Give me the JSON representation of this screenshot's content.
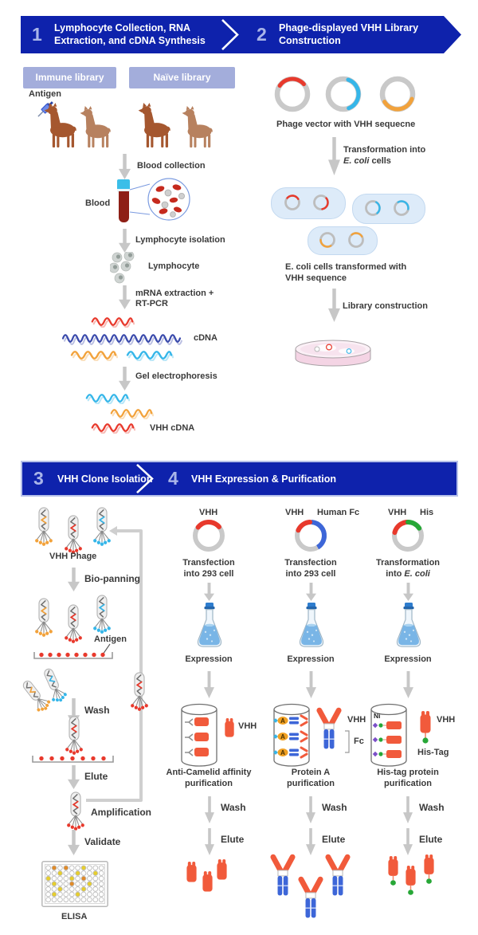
{
  "colors": {
    "header_blue": "#0E22AC",
    "periwinkle_btn": "#A3ADDB",
    "arrow_gray": "#C7C7C7",
    "rna_red": "#E8392C",
    "rna_indigo": "#3949AB",
    "rna_orange": "#F2A23B",
    "rna_cyan": "#35B6E9",
    "vhh_red": "#F15A3B",
    "fc_blue": "#3D66D8",
    "his_green": "#27A737",
    "protein_a_orange": "#F0A023",
    "ni_purple": "#7B4FC8"
  },
  "headers": {
    "s1": {
      "num": "1",
      "title": "Lymphocyte Collection, RNA Extraction, and cDNA Synthesis"
    },
    "s2": {
      "num": "2",
      "title": "Phage-displayed VHH Library Construction"
    },
    "s3": {
      "num": "3",
      "title": "VHH Clone Isolation"
    },
    "s4": {
      "num": "4",
      "title": "VHH Expression & Purification"
    }
  },
  "panel1": {
    "immune_btn": "Immune library",
    "naive_btn": "Naïve library",
    "antigen": "Antigen",
    "blood_collection": "Blood collection",
    "blood": "Blood",
    "lymphocyte_isolation": "Lymphocyte isolation",
    "lymphocyte": "Lymphocyte",
    "mrna_line1": "mRNA extraction +",
    "mrna_line2": "RT-PCR",
    "cdna": "cDNA",
    "gel": "Gel electrophoresis",
    "vhh_cdna": "VHH cDNA"
  },
  "panel2": {
    "phage_vector": "Phage vector with VHH sequecne",
    "transform_line1": "Transformation into",
    "transform_italic": "E. coli",
    "transform_rest": " cells",
    "ecoli_line1": "E. coli cells transformed with",
    "ecoli_line2": "VHH sequence",
    "library": "Library construction"
  },
  "panel3": {
    "vhh_phage": "VHH Phage",
    "biopanning": "Bio-panning",
    "antigen": "Antigen",
    "wash": "Wash",
    "elute": "Elute",
    "amplification": "Amplification",
    "validate": "Validate",
    "elisa": "ELISA"
  },
  "panel4": {
    "expression": "Expression",
    "wash": "Wash",
    "elute": "Elute",
    "colA": {
      "plasmid_label": "VHH",
      "step_line1": "Transfection",
      "step_line2": "into 293 cell",
      "side_label": "VHH",
      "purif_line1": "Anti-Camelid affinity",
      "purif_line2": "purification"
    },
    "colB": {
      "plasmid_label1": "VHH",
      "plasmid_label2": "Human Fc",
      "step_line1": "Transfection",
      "step_line2": "into 293 cell",
      "side_label1": "VHH",
      "side_label2": "Fc",
      "purif_line1": "Protein A",
      "purif_line2": "purification"
    },
    "colC": {
      "plasmid_label1": "VHH",
      "plasmid_label2": "His",
      "step_line1": "Transformation",
      "step_line2_pre": "into ",
      "step_line2_italic": "E. coli",
      "ni": "Ni",
      "side_label1": "VHH",
      "side_label2": "His-Tag",
      "purif_line1": "His-tag protein",
      "purif_line2": "purification"
    }
  }
}
